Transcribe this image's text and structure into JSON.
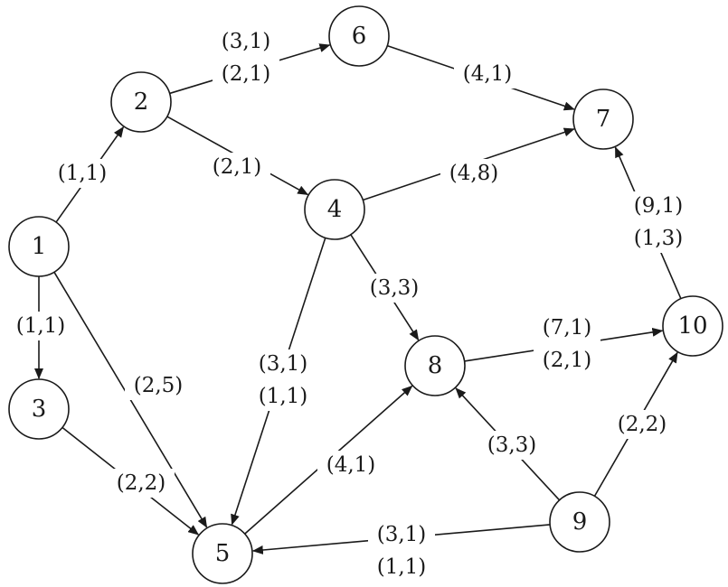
{
  "graph": {
    "nodes": [
      {
        "id": "1",
        "label": "1"
      },
      {
        "id": "2",
        "label": "2"
      },
      {
        "id": "3",
        "label": "3"
      },
      {
        "id": "4",
        "label": "4"
      },
      {
        "id": "5",
        "label": "5"
      },
      {
        "id": "6",
        "label": "6"
      },
      {
        "id": "7",
        "label": "7"
      },
      {
        "id": "8",
        "label": "8"
      },
      {
        "id": "9",
        "label": "9"
      },
      {
        "id": "10",
        "label": "10"
      }
    ],
    "edges": [
      {
        "from": "1",
        "to": "2",
        "labels": [
          "(1,1)"
        ]
      },
      {
        "from": "1",
        "to": "3",
        "labels": [
          "(1,1)"
        ]
      },
      {
        "from": "1",
        "to": "5",
        "labels": [
          "(2,5)"
        ]
      },
      {
        "from": "2",
        "to": "6",
        "labels": [
          "(3,1)",
          "(2,1)"
        ]
      },
      {
        "from": "2",
        "to": "4",
        "labels": [
          "(2,1)"
        ]
      },
      {
        "from": "3",
        "to": "5",
        "labels": [
          "(2,2)"
        ]
      },
      {
        "from": "4",
        "to": "7",
        "labels": [
          "(4,8)"
        ]
      },
      {
        "from": "4",
        "to": "8",
        "labels": [
          "(3,3)"
        ]
      },
      {
        "from": "4",
        "to": "5",
        "labels": [
          "(3,1)",
          "(1,1)"
        ]
      },
      {
        "from": "5",
        "to": "8",
        "labels": [
          "(4,1)"
        ]
      },
      {
        "from": "6",
        "to": "7",
        "labels": [
          "(4,1)"
        ]
      },
      {
        "from": "8",
        "to": "10",
        "labels": [
          "(7,1)",
          "(2,1)"
        ]
      },
      {
        "from": "9",
        "to": "8",
        "labels": [
          "(3,3)"
        ]
      },
      {
        "from": "9",
        "to": "10",
        "labels": [
          "(2,2)"
        ]
      },
      {
        "from": "9",
        "to": "5",
        "labels": [
          "(3,1)",
          "(1,1)"
        ]
      },
      {
        "from": "10",
        "to": "7",
        "labels": [
          "(9,1)",
          "(1,3)"
        ]
      }
    ]
  }
}
